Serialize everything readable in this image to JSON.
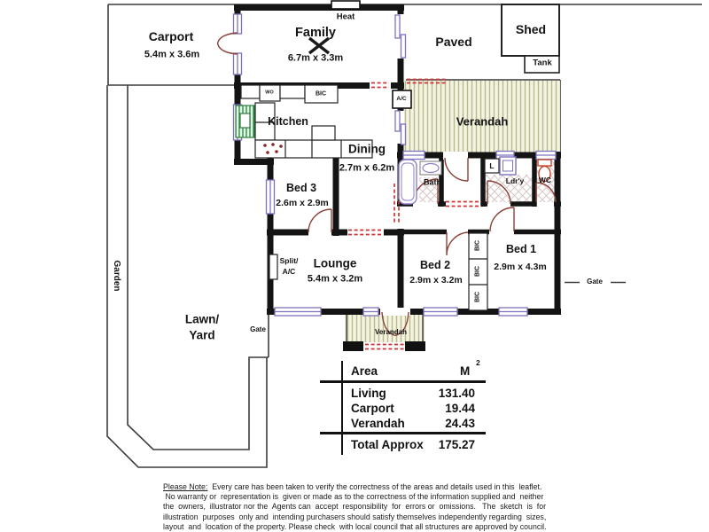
{
  "rooms": {
    "carport": {
      "name": "Carport",
      "dims": "5.4m x 3.6m"
    },
    "family": {
      "name": "Family",
      "dims": "6.7m x 3.3m"
    },
    "paved": {
      "name": "Paved"
    },
    "shed": {
      "name": "Shed"
    },
    "tank": {
      "name": "Tank"
    },
    "heat": {
      "name": "Heat"
    },
    "kitchen": {
      "name": "Kitchen"
    },
    "dining": {
      "name": "Dining",
      "dims": "2.7m x 6.2m"
    },
    "verandah": {
      "name": "Verandah"
    },
    "bed3": {
      "name": "Bed 3",
      "dims": "2.6m x 2.9m"
    },
    "bath": {
      "name": "Bath"
    },
    "linen": {
      "name": "L"
    },
    "laundry": {
      "name": "Ldr'y"
    },
    "wc": {
      "name": "WC"
    },
    "lounge": {
      "name": "Lounge",
      "dims": "5.4m x 3.2m"
    },
    "bed2": {
      "name": "Bed 2",
      "dims": "2.9m x 3.2m"
    },
    "bed1": {
      "name": "Bed 1",
      "dims": "2.9m x 4.3m"
    },
    "verandah_small": {
      "name": "Verandah"
    },
    "lawn": {
      "line1": "Lawn/",
      "line2": "Yard"
    },
    "garden": {
      "name": "Garden"
    }
  },
  "fixtures": {
    "wall_oven": "WO",
    "kitchen_cupboard": "BIC",
    "aircon": "A/C",
    "split_line1": "Split/",
    "split_line2": "A/C",
    "robe1": "BIC",
    "robe2": "BIC",
    "robe3": "BIC",
    "gate_bottom": "Gate",
    "gate_right": "Gate"
  },
  "area_table": {
    "header": {
      "col1": "Area",
      "col2": "M",
      "sup": "2"
    },
    "rows": [
      {
        "label": "Living",
        "value": "131.40"
      },
      {
        "label": "Carport",
        "value": "19.44"
      },
      {
        "label": "Verandah",
        "value": "24.43"
      }
    ],
    "total": {
      "label": "Total Approx",
      "value": "175.27"
    }
  },
  "disclaimer": {
    "note_label": "Please Note:",
    "lines": [
      "  Every care has been taken to verify the correctness of the areas and details used in this  leaflet.",
      " No warranty or  representation is  given or made as to the correctness of the information supplied and  neither",
      "the  owners,  illustrator nor the  Agents can  accept  responsibility  for  errors or  omissions.   The  sketch  is  for",
      "illustration  purposes  only and  intending purchasers should satisfy themselves independently regarding  sizes,",
      "layout  and  location of the property. Please check  with local council that all structures are approved by council."
    ]
  },
  "colors": {
    "wall": "#141414",
    "door_arc": "#8a4238",
    "window": "#7c72bd",
    "opening_dash": "#cc3535",
    "verandah_stripe": "#b7ba8e",
    "lattice": "#d9c6c6",
    "appliance_green": "#2f9a4e",
    "toilet": "#c2472e"
  }
}
